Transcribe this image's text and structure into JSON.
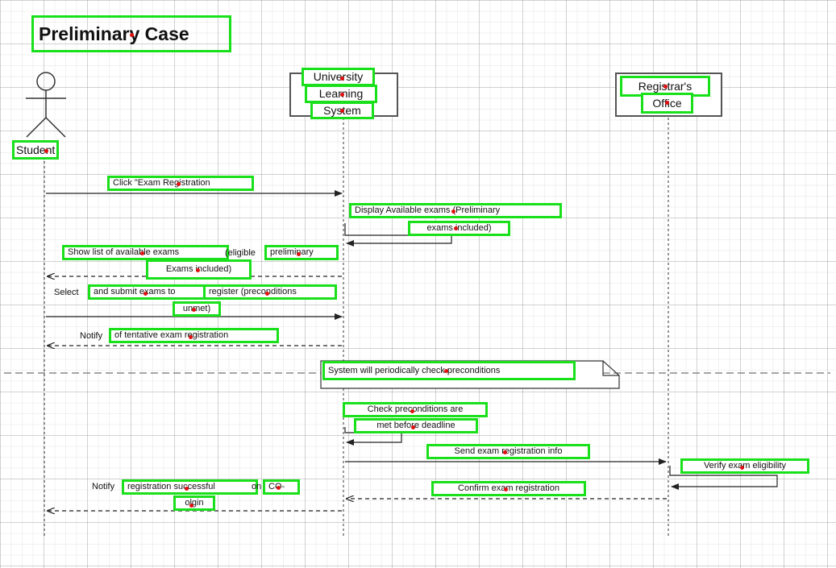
{
  "diagram": {
    "title": "Preliminary Case",
    "participants": {
      "student": "Student",
      "uls_line1": "University",
      "uls_line2": "Learning",
      "uls_line3": "System",
      "reg_line1": "Registrar's",
      "reg_line2": "Office"
    },
    "messages": {
      "m1": "Click \"Exam Registration",
      "m2_l1": "Display Available exams (Preliminary",
      "m2_l2": "exams included)",
      "m3_a": "Show list of available exams",
      "m3_b": "(eligible",
      "m3_c": "preliminary",
      "m3_l2": "Exams included)",
      "m4_a": "Select",
      "m4_b": "and submit exams to",
      "m4_c": "register (preconditions",
      "m4_l2": "unmet)",
      "m5_a": "Notify",
      "m5_b": "of tentative exam registration",
      "note": "System will periodically check preconditions",
      "m6_l1": "Check preconditions are",
      "m6_l2": "met before deadline",
      "m7": "Send exam registration info",
      "m8": "Verify exam eligibility",
      "m9": "Confirm exam registration",
      "m10_a": "Notify",
      "m10_b": "registration successful",
      "m10_c": "on",
      "m10_d": "CO-",
      "m10_l2": "olgin"
    }
  }
}
